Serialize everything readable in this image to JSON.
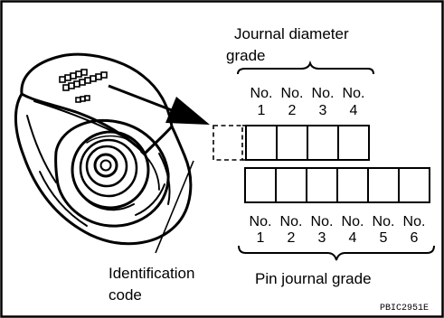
{
  "labels": {
    "journal_line1": "Journal diameter",
    "journal_line2": "grade",
    "pin_journal": "Pin journal grade",
    "id_line1": "Identification",
    "id_line2": "code",
    "reference": "PBIC2951E"
  },
  "journal_numbers": [
    {
      "no": "No.",
      "n": "1"
    },
    {
      "no": "No.",
      "n": "2"
    },
    {
      "no": "No.",
      "n": "3"
    },
    {
      "no": "No.",
      "n": "4"
    }
  ],
  "pin_numbers": [
    {
      "no": "No.",
      "n": "1"
    },
    {
      "no": "No.",
      "n": "2"
    },
    {
      "no": "No.",
      "n": "3"
    },
    {
      "no": "No.",
      "n": "4"
    },
    {
      "no": "No.",
      "n": "5"
    },
    {
      "no": "No.",
      "n": "6"
    }
  ]
}
